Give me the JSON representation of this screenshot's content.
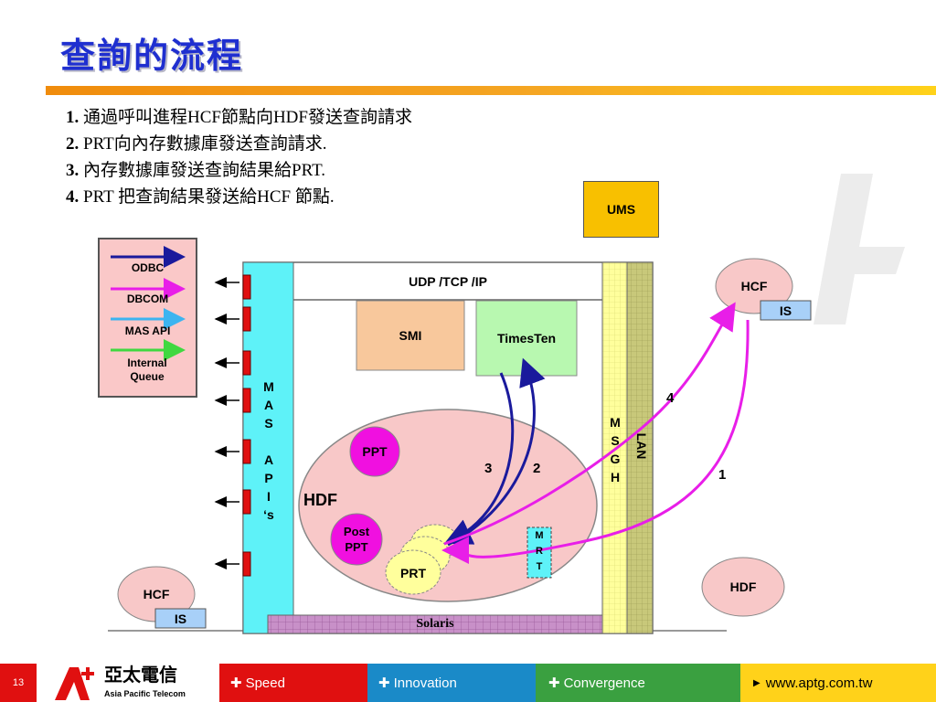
{
  "title": "查詢的流程",
  "steps": [
    {
      "num": "1.",
      "text": "通過呼叫進程HCF節點向HDF發送查詢請求"
    },
    {
      "num": "2.",
      "text": "PRT向內存數據庫發送查詢請求."
    },
    {
      "num": "3.",
      "text": "內存數據庫發送查詢結果給PRT."
    },
    {
      "num": "4.",
      "text": "PRT 把查詢結果發送給HCF 節點."
    }
  ],
  "legend": {
    "items": [
      {
        "label": "ODBC",
        "color": "#1a1a9c"
      },
      {
        "label": "DBCOM",
        "color": "#e81ee8"
      },
      {
        "label": "MAS API",
        "color": "#3cb4f0"
      },
      {
        "label": "Internal Queue",
        "color": "#40d840"
      }
    ]
  },
  "diagram": {
    "ums": "UMS",
    "udp": "UDP /TCP /IP",
    "smi": "SMI",
    "timesten": "TimesTen",
    "mas_api": [
      "M",
      "A",
      "S",
      "",
      "A",
      "P",
      "I",
      "‘s"
    ],
    "msgh": [
      "M",
      "S",
      "G",
      "H"
    ],
    "lan": "LAN",
    "hdf_cloud": "HDF",
    "ppt": "PPT",
    "post_ppt": "Post PPT",
    "prt": "PRT",
    "mrt": [
      "M",
      "R",
      "T"
    ],
    "solaris": "Solaris",
    "hcf_top": "HCF",
    "is_top": "IS",
    "hcf_bottom": "HCF",
    "is_bottom": "IS",
    "hdf_right": "HDF",
    "arrow_labels": [
      "4",
      "3",
      "2",
      "1"
    ]
  },
  "footer": {
    "page": "13",
    "brand_cn": "亞太電信",
    "brand_en": "Asia Pacific Telecom",
    "speed": "Speed",
    "innovation": "Innovation",
    "convergence": "Convergence",
    "url": "www.aptg.com.tw"
  },
  "colors": {
    "title": "#1f2fd0",
    "mas_bar": "#5ef2f8",
    "msgh_bar": "#ffff9c",
    "lan_bar": "#c8c87a",
    "smi": "#f8c89c",
    "timesten": "#b8f8b0",
    "hdf_cloud": "#f8c8c8",
    "ppt": "#f010e0",
    "prt": "#ffff9c",
    "ums": "#f8c000",
    "is": "#a8d0f8"
  }
}
